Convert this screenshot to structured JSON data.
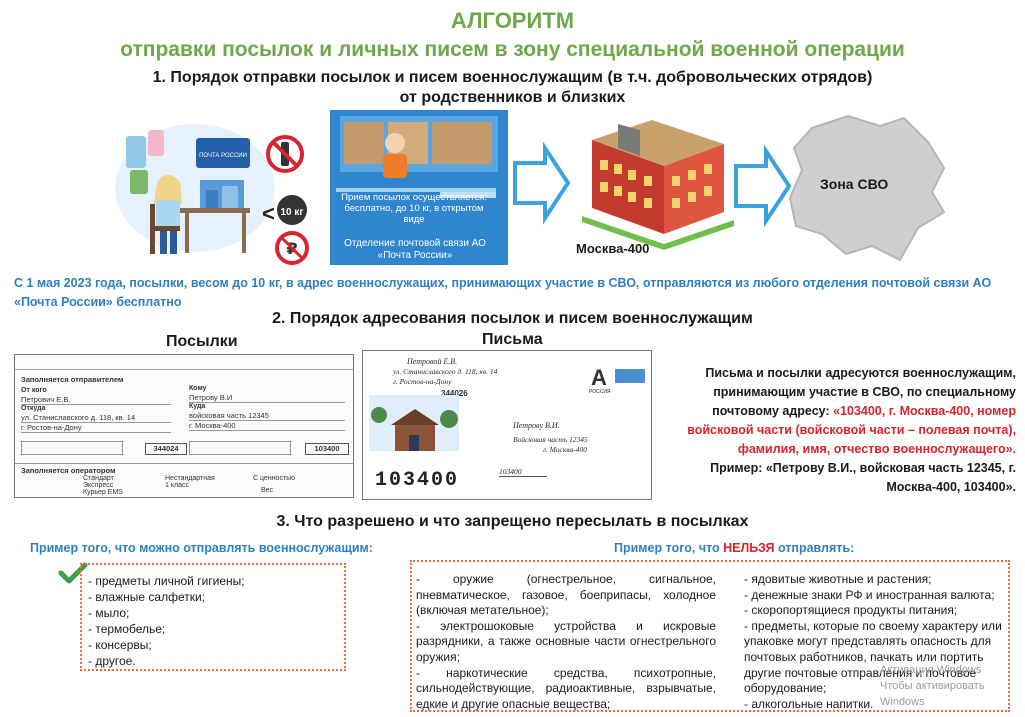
{
  "title_line1": "АЛГОРИТМ",
  "title_line2": "отправки посылок и личных писем в зону специальной военной операции",
  "section1": {
    "line1": "1. Порядок отправки посылок и писем военнослужащим (в т.ч. добровольческих отрядов)",
    "line2": "от родственников и близких",
    "post_sign": "ПОЧТА РОССИИ",
    "weight_sign": "10 кг",
    "post_office_notice": "Прием посылок осуществляется: бесплатно, до 10 кг, в открытом виде",
    "post_office_name": "Отделение почтовой связи АО «Почта России»",
    "hub_label": "Москва-400",
    "zone_label": "Зона СВО"
  },
  "blue_note": "С 1 мая 2023 года, посылки, весом до 10 кг, в адрес военнослужащих, принимающих участие в СВО, отправляются из любого отделения почтовой связи АО «Почта России» бесплатно",
  "section2": {
    "title": "2. Порядок адресования посылок и писем военнослужащим",
    "parcels_label": "Посылки",
    "letters_label": "Письма",
    "form": {
      "sender_header": "Заполняется отправителем",
      "from_who": "От кого",
      "sender_name": "Петрович Е.В.",
      "from_where": "Откуда",
      "sender_street": "ул. Станиславского д. 118, кв. 14",
      "sender_city": "г. Ростов-на-Дону",
      "to_who": "Кому",
      "recipient_name": "Петрову В.И",
      "to_where": "Куда",
      "recipient_unit": "войсковая часть 12345",
      "recipient_city": "г. Москва-400",
      "sender_index": "344024",
      "recipient_index": "103400",
      "operator_header": "Заполняется оператором",
      "opt_standard": "Стандарт",
      "opt_express": "Экспресс",
      "opt_courier": "Курьер EMS",
      "opt_nonstandard": "Нестандартная",
      "opt_class1": "1 класс",
      "opt_oversized": "С ценностью",
      "opt_weight": "Вес"
    },
    "envelope": {
      "sender_name": "Петровой Е.В.",
      "sender_street": "ул. Станиславского д. 118, кв. 14",
      "sender_city": "г. Ростов-на-Дону",
      "sender_index": "344026",
      "recipient_name": "Петрову В.И.",
      "recipient_unit": "Войсковая часть 12345",
      "recipient_city": "г. Москва-400",
      "recipient_index": "103400",
      "logo": "А",
      "logo_sub": "РОССИЯ"
    },
    "info_line1": "Письма и посылки адресуются военнослужащим, принимающим участие в СВО, по специальному почтовому адресу:",
    "info_red": "«103400, г. Москва-400, номер войсковой части (войсковой части – полевая почта), фамилия, имя, отчество военнослужащего».",
    "info_example": "Пример: «Петрову В.И., войсковая часть 12345, г. Москва-400, 103400»."
  },
  "section3": {
    "title": "3. Что разрешено и что запрещено пересылать в посылках",
    "allowed_heading": "Пример того, что можно отправлять военнослужащим:",
    "forbidden_heading_pre": "Пример того, что ",
    "forbidden_heading_red": "НЕЛЬЗЯ",
    "forbidden_heading_post": " отправлять:",
    "allowed": [
      "- предметы личной гигиены;",
      "- влажные салфетки;",
      "- мыло;",
      "- термобелье;",
      "- консервы;",
      "- другое."
    ],
    "forbidden_col1": [
      "- оружие (огнестрельное, сигнальное, пневматическое, газовое, боеприпасы, холодное (включая метательное);",
      "- электрошоковые устройства и искровые разрядники, а также основные части огнестрельного оружия;",
      "- наркотические средства, психотропные, сильнодействующие, радиоактивные, взрывчатые, едкие и другие опасные вещества;"
    ],
    "forbidden_col2": [
      "- ядовитые животные и растения;",
      "- денежные знаки РФ и иностранная валюта;",
      "- скоропортящиеся продукты питания;",
      "- предметы, которые по своему характеру или упаковке могут представлять опасность для почтовых работников, пачкать или портить другие почтовые отправления и почтовое оборудование;",
      "- алкогольные напитки."
    ]
  },
  "watermark": {
    "line1": "Активация Windows",
    "line2": "Чтобы активировать Windows"
  },
  "colors": {
    "green": "#6fa84a",
    "blue": "#2e7fc1",
    "red": "#d9232d",
    "orange_dots": "#ef6b3a",
    "arrow": "#3aa3de"
  }
}
